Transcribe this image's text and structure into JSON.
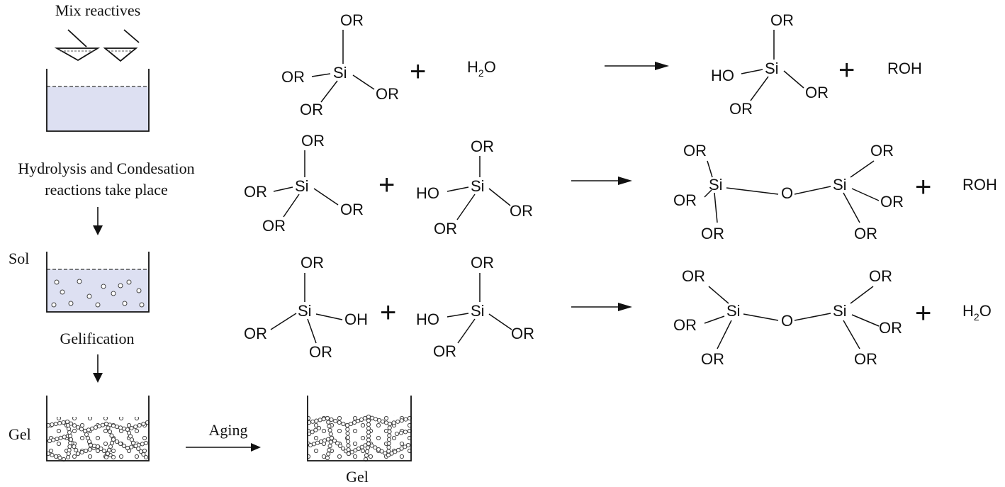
{
  "process": {
    "step_mix": "Mix reactives",
    "step_hydrolysis_line1": "Hydrolysis and Condesation",
    "step_hydrolysis_line2": "reactions take place",
    "sol_label": "Sol",
    "gelification_label": "Gelification",
    "gel_label": "Gel",
    "aging_label": "Aging",
    "aged_gel_label": "Gel"
  },
  "chemistry": {
    "or": "OR",
    "oh": "OH",
    "ho": "HO",
    "si": "Si",
    "o": "O",
    "roh": "ROH",
    "plus": "+",
    "water_h": "H",
    "water_sub": "2",
    "water_o": "O"
  },
  "colors": {
    "liquid": "#dde0f2",
    "ink": "#111111"
  }
}
